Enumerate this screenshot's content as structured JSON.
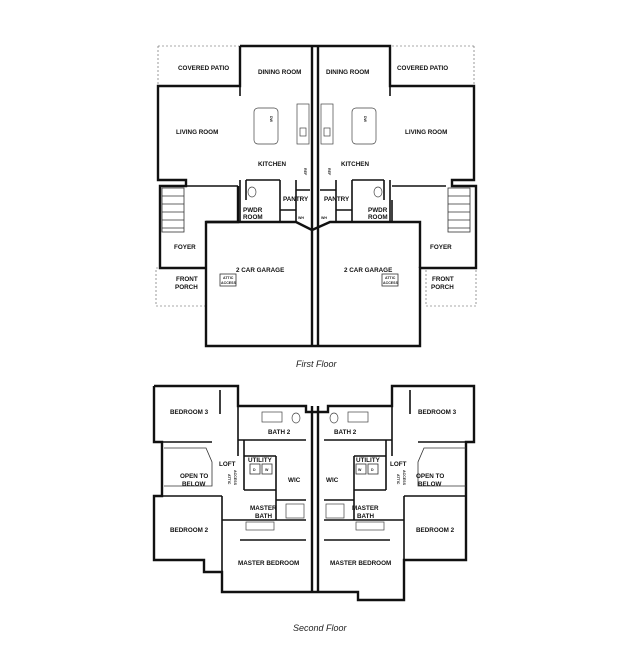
{
  "first_floor": {
    "caption": "First Floor",
    "rooms_left": {
      "covered_patio": "COVERED PATIO",
      "dining_room": "DINING ROOM",
      "living_room": "LIVING ROOM",
      "kitchen": "KITCHEN",
      "pantry": "PANTRY",
      "pwdr_1": "PWDR",
      "pwdr_2": "ROOM",
      "foyer": "FOYER",
      "front_porch_1": "FRONT",
      "front_porch_2": "PORCH",
      "garage": "2 CAR GARAGE",
      "attic_1": "ATTIC",
      "attic_2": "ACCESS",
      "wh": "WH",
      "ref": "REF",
      "dw": "DW"
    },
    "rooms_right": {
      "covered_patio": "COVERED PATIO",
      "dining_room": "DINING ROOM",
      "living_room": "LIVING ROOM",
      "kitchen": "KITCHEN",
      "pantry": "PANTRY",
      "pwdr_1": "PWDR",
      "pwdr_2": "ROOM",
      "foyer": "FOYER",
      "front_porch_1": "FRONT",
      "front_porch_2": "PORCH",
      "garage": "2 CAR GARAGE",
      "attic_1": "ATTIC",
      "attic_2": "ACCESS",
      "wh": "WH",
      "ref": "REF",
      "dw": "DW"
    }
  },
  "second_floor": {
    "caption": "Second Floor",
    "rooms_left": {
      "bedroom_3": "BEDROOM 3",
      "bath_2": "BATH 2",
      "utility": "UTILITY",
      "dryer": "D",
      "washer": "W",
      "loft": "LOFT",
      "open_below_1": "OPEN TO",
      "open_below_2": "BELOW",
      "attic_1": "ATTIC",
      "attic_2": "ACCESS",
      "wic": "WIC",
      "master_bath_1": "MASTER",
      "master_bath_2": "BATH",
      "bedroom_2": "BEDROOM 2",
      "master_bedroom": "MASTER BEDROOM"
    },
    "rooms_right": {
      "bedroom_3": "BEDROOM 3",
      "bath_2": "BATH 2",
      "utility": "UTILITY",
      "washer": "W",
      "dryer": "D",
      "loft": "LOFT",
      "open_below_1": "OPEN TO",
      "open_below_2": "BELOW",
      "attic_1": "ATTIC",
      "attic_2": "ACCESS",
      "wic": "WIC",
      "master_bath_1": "MASTER",
      "master_bath_2": "BATH",
      "bedroom_2": "BEDROOM 2",
      "master_bedroom": "MASTER BEDROOM"
    }
  }
}
